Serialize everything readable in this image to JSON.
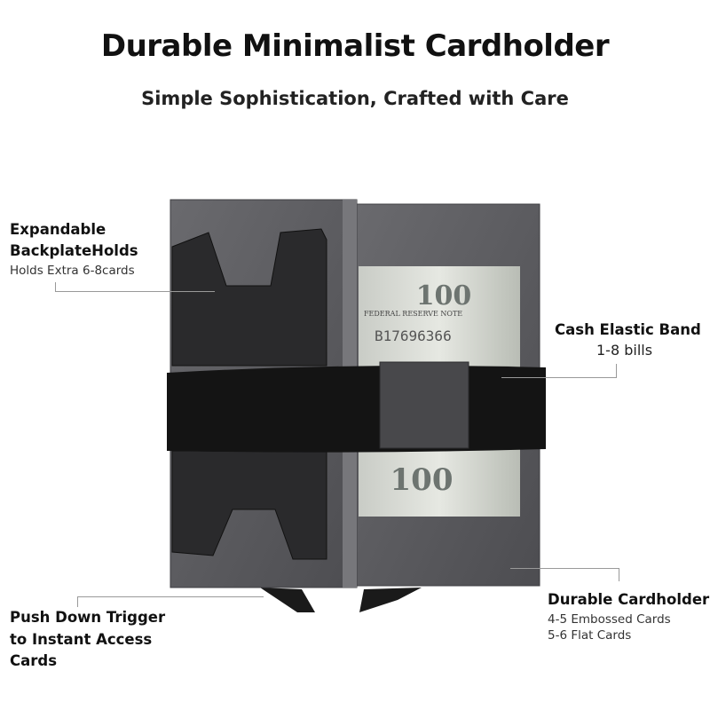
{
  "header": {
    "title": "Durable Minimalist Cardholder",
    "subtitle": "Simple Sophistication, Crafted with Care"
  },
  "callouts": {
    "backplate": {
      "title_line1": "Expandable",
      "title_line2": "BackplateHolds",
      "detail": "Holds Extra 6-8cards"
    },
    "cash_band": {
      "title": "Cash Elastic Band",
      "detail": "1-8 bills"
    },
    "trigger": {
      "line1": "Push Down Trigger",
      "line2": "to Instant Access",
      "line3": "Cards"
    },
    "cardholder": {
      "title": "Durable Cardholder",
      "detail1": "4-5 Embossed Cards",
      "detail2": "5-6 Flat Cards"
    }
  },
  "product_image": {
    "banknote_denomination": "100",
    "banknote_header": "FEDERAL RESERVE NOTE",
    "banknote_serial": "B17696366",
    "colors": {
      "aluminum": "#5c5c60",
      "band": "#111111",
      "bill": "#d8dcd6"
    }
  }
}
